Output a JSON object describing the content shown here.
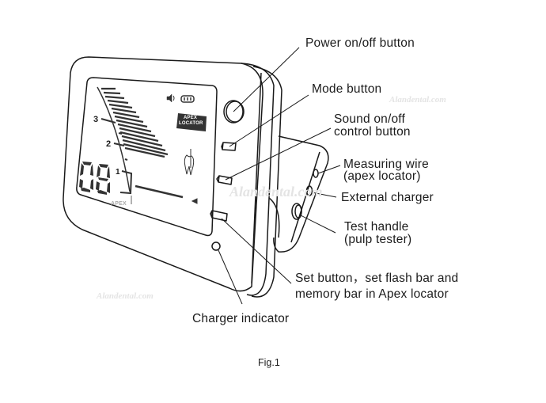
{
  "figure": {
    "caption": "Fig.1",
    "subject": "Apex locator / pulp tester device"
  },
  "lcd": {
    "reading": "08",
    "scale_marks": [
      "3",
      "2",
      "1"
    ],
    "apex_label": "APEX",
    "mode_badge_line1": "APEX",
    "mode_badge_line2": "LOCATOR",
    "icons": [
      "speaker-icon",
      "battery-icon",
      "tooth-icon",
      "arrow-left-icon"
    ]
  },
  "callouts": {
    "power": "Power on/off button",
    "mode": "Mode button",
    "sound_line1": "Sound on/off",
    "sound_line2": "control button",
    "measuring_line1": "Measuring wire",
    "measuring_line2": "(apex locator)",
    "charger_port": "External charger",
    "test_line1": "Test handle",
    "test_line2": "(pulp tester)",
    "set_line1": "Set button，set flash bar and",
    "set_line2": "memory bar in Apex locator",
    "charger_indicator": "Charger indicator"
  },
  "watermark": "Alandental.com",
  "colors": {
    "line": "#1a1a1a",
    "lcd_segment": "#333333",
    "watermark": "#e4e4e4"
  }
}
